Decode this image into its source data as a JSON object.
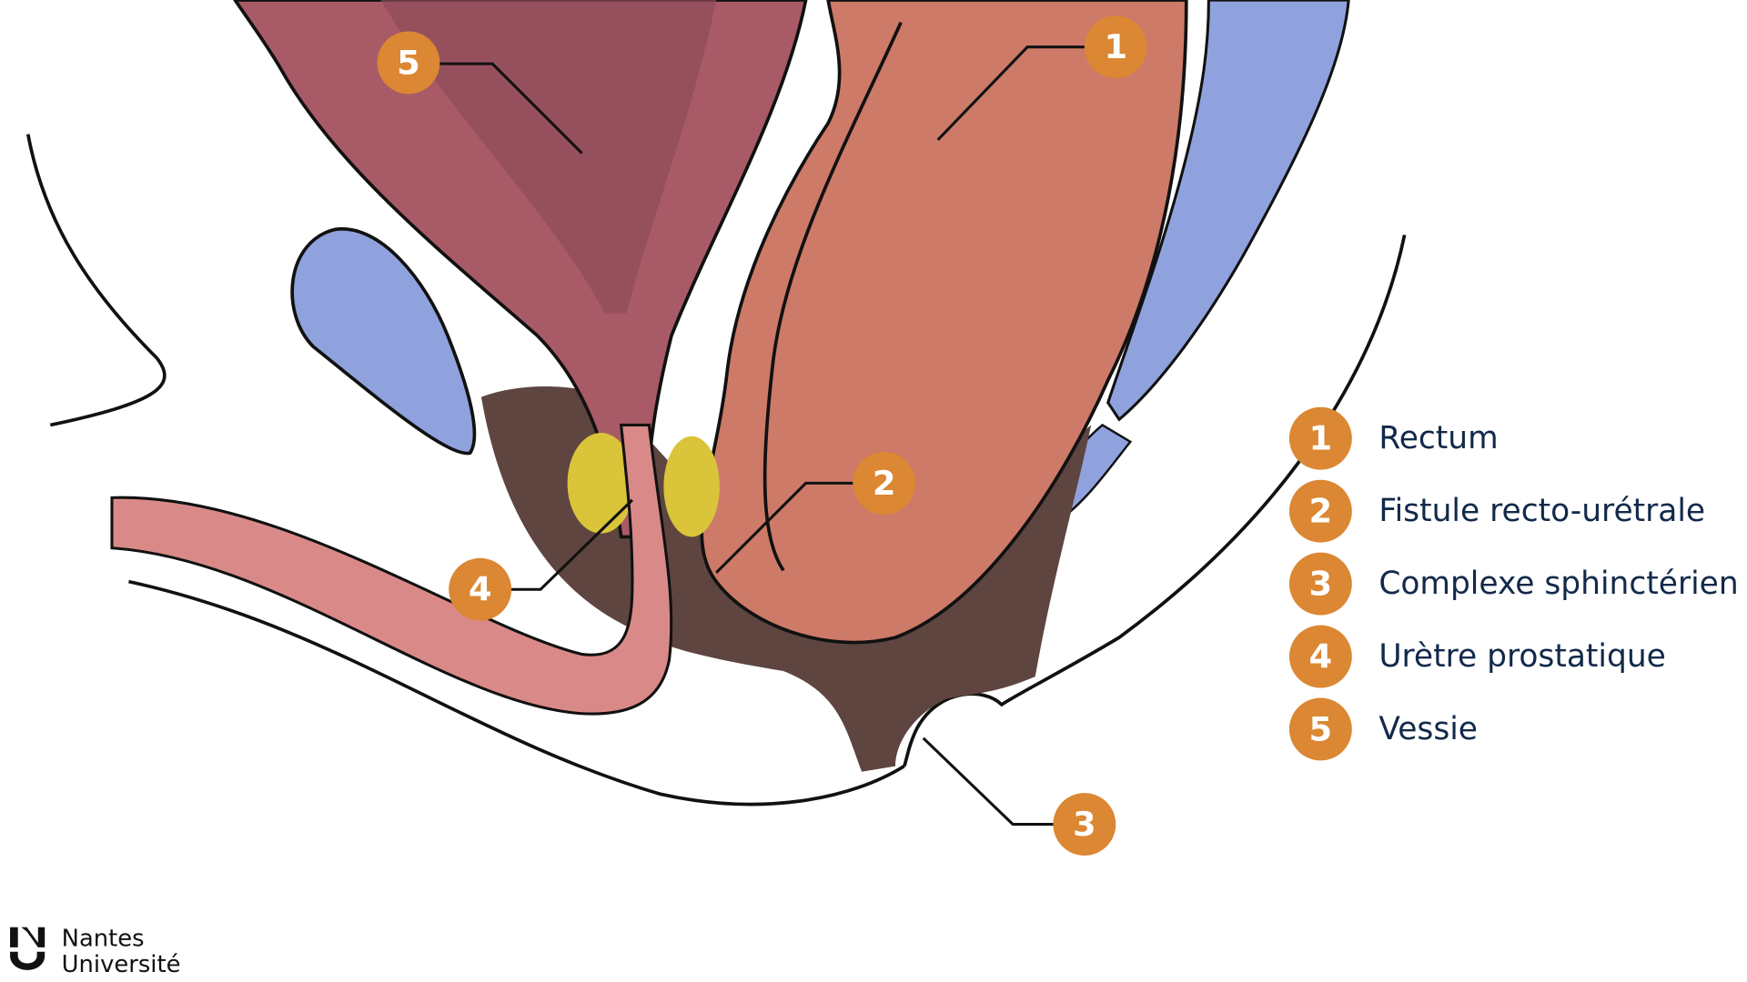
{
  "diagram": {
    "callouts": [
      "1",
      "2",
      "3",
      "4",
      "5"
    ],
    "legend": [
      {
        "number": "1",
        "label": "Rectum"
      },
      {
        "number": "2",
        "label": "Fistule recto-urétrale"
      },
      {
        "number": "3",
        "label": "Complexe sphinctérien"
      },
      {
        "number": "4",
        "label": "Urètre prostatique"
      },
      {
        "number": "5",
        "label": "Vessie"
      }
    ]
  },
  "logo": {
    "line1": "Nantes",
    "line2": "Université"
  },
  "colors": {
    "badge": "#db8733",
    "text": "#12294a",
    "bone": "#8fa2dd",
    "muscle": "#5e4540",
    "rectum": "#cd7a68",
    "bladder": "#a85b66",
    "prostate": "#d9c43a"
  }
}
